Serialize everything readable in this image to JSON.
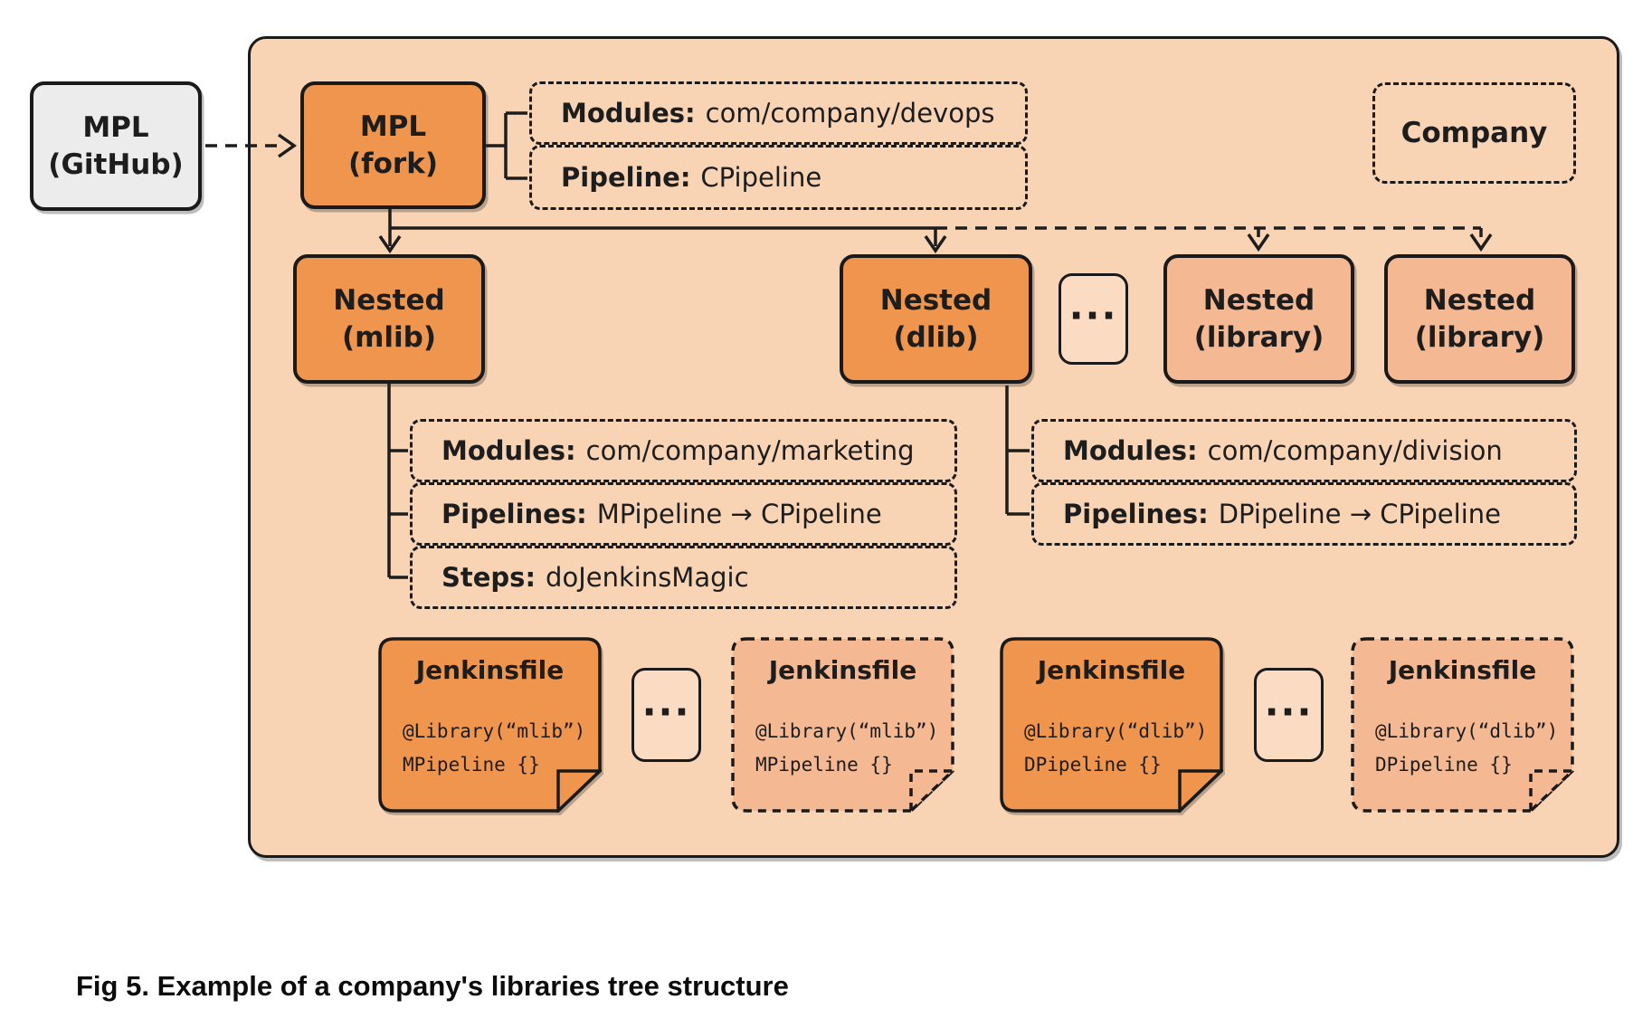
{
  "caption": "Fig 5. Example of a company's libraries tree structure",
  "colors": {
    "container_fill": "#f8d4b5",
    "solid_orange": "#f0954e",
    "light_orange": "#f4b892",
    "ellipsis_fill": "#fbdcc3",
    "github_fill": "#ececec",
    "line_and_text": "#1d1d1d"
  },
  "github_box": {
    "line1": "MPL",
    "line2": "(GitHub)"
  },
  "fork_box": {
    "line1": "MPL",
    "line2": "(fork)"
  },
  "company_label": "Company",
  "ellipsis_label": "...",
  "fork_details": [
    {
      "label": "Modules:",
      "value": "com/company/devops"
    },
    {
      "label": "Pipeline:",
      "value": "CPipeline"
    }
  ],
  "nested_boxes": {
    "mlib": {
      "line1": "Nested",
      "line2": "(mlib)"
    },
    "dlib": {
      "line1": "Nested",
      "line2": "(dlib)"
    },
    "library1": {
      "line1": "Nested",
      "line2": "(library)"
    },
    "library2": {
      "line1": "Nested",
      "line2": "(library)"
    }
  },
  "mlib_details": [
    {
      "label": "Modules:",
      "value": "com/company/marketing"
    },
    {
      "label": "Pipelines:",
      "value": "MPipeline → CPipeline"
    },
    {
      "label": "Steps:",
      "value": "doJenkinsMagic"
    }
  ],
  "dlib_details": [
    {
      "label": "Modules:",
      "value": "com/company/division"
    },
    {
      "label": "Pipelines:",
      "value": "DPipeline → CPipeline"
    }
  ],
  "jenkinsfiles": [
    {
      "title": "Jenkinsfile",
      "code_line1": "@Library(“mlib”)",
      "code_line2": "MPipeline {}",
      "border": "solid"
    },
    {
      "title": "Jenkinsfile",
      "code_line1": "@Library(“mlib”)",
      "code_line2": "MPipeline {}",
      "border": "dashed"
    },
    {
      "title": "Jenkinsfile",
      "code_line1": "@Library(“dlib”)",
      "code_line2": "DPipeline {}",
      "border": "solid"
    },
    {
      "title": "Jenkinsfile",
      "code_line1": "@Library(“dlib”)",
      "code_line2": "DPipeline {}",
      "border": "dashed"
    }
  ]
}
